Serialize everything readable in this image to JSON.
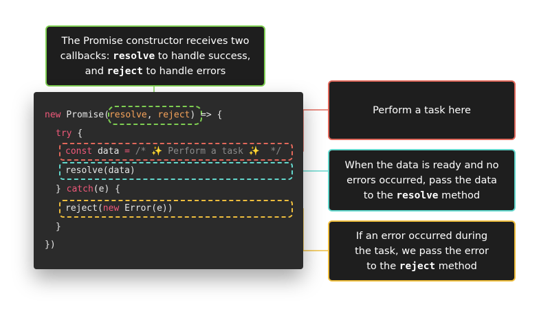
{
  "callouts": {
    "constructor": {
      "line1": "The Promise constructor receives two",
      "line2_pre": "callbacks: ",
      "line2_kw": "resolve",
      "line2_post": " to handle success,",
      "line3_pre": "and ",
      "line3_kw": "reject",
      "line3_post": " to handle errors"
    },
    "task": {
      "text": "Perform a task here"
    },
    "resolve": {
      "line1": "When the data is ready and no",
      "line2": "errors occurred, pass the data",
      "line3_pre": "to the ",
      "line3_kw": "resolve",
      "line3_post": " method"
    },
    "reject": {
      "line1": "If an error occurred during",
      "line2": "the task, we pass the error",
      "line3_pre": "to the ",
      "line3_kw": "reject",
      "line3_post": " method"
    }
  },
  "code": {
    "l1_kw": "new",
    "l1_class": "Promise",
    "l1_open": "(",
    "l1_p1": "resolve",
    "l1_comma": ", ",
    "l1_p2": "reject",
    "l1_close": ")",
    "l1_arrow": "=>",
    "l1_brace": "{",
    "l2_kw": "try",
    "l2_brace": "{",
    "l3_kw": "const",
    "l3_var": "data",
    "l3_eq": "=",
    "l3_comment": "/* ✨ Perform a task ✨  */",
    "l4_fn": "resolve",
    "l4_args": "(data)",
    "l5_close": "}",
    "l5_kw": "catch",
    "l5_args": "(e)",
    "l5_brace": "{",
    "l6_fn": "reject",
    "l6_open": "(",
    "l6_kw": "new",
    "l6_cls": "Error",
    "l6_args": "(e))",
    "l7_close": "}",
    "l8_close": "})"
  },
  "colors": {
    "constructor_border": "#7fcf52",
    "task_border": "#e2685b",
    "resolve_border": "#63d8cd",
    "reject_border": "#f0bf3e"
  }
}
